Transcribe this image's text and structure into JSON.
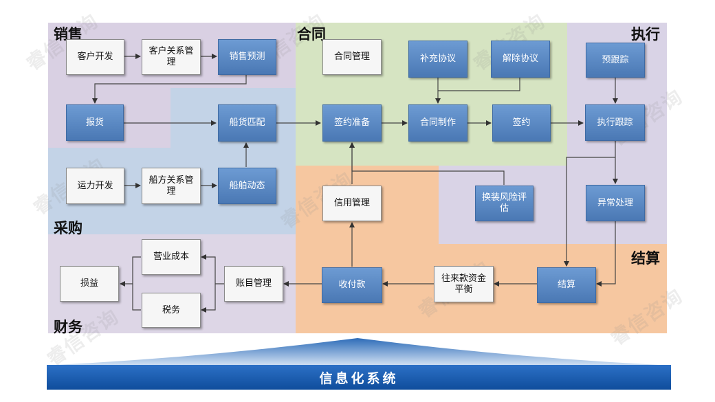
{
  "regions": {
    "sales": "销售",
    "contract": "合同",
    "execution": "执行",
    "procurement": "采购",
    "settlement": "结算",
    "finance": "财务"
  },
  "nodes": {
    "customer_dev": "客户开发",
    "customer_rel": "客户关系管理",
    "sales_forecast": "销售预测",
    "contract_mgmt": "合同管理",
    "supplement": "补充协议",
    "termination": "解除协议",
    "pre_tracking": "预跟踪",
    "quote": "报货",
    "cargo_match": "船货匹配",
    "sign_prep": "签约准备",
    "contract_make": "合同制作",
    "sign": "签约",
    "exec_tracking": "执行跟踪",
    "capacity_dev": "运力开发",
    "shipowner_rel": "船方关系管理",
    "ship_dynamics": "船舶动态",
    "credit_mgmt": "信用管理",
    "transship_risk": "换装风险评估",
    "exception": "异常处理",
    "op_cost": "营业成本",
    "pnl": "损益",
    "tax": "税务",
    "accounts": "账目管理",
    "payment": "收付款",
    "balance": "往来款资金平衡",
    "settle": "结算"
  },
  "banner": {
    "label": "信息化系统"
  },
  "watermark": "睿信咨询",
  "colors": {
    "sales_bg": "#d9d0e3",
    "procurement_bg": "#c3d3e7",
    "contract_bg": "#d6e4c2",
    "execution_bg": "#d9d3e6",
    "settlement_bg": "#f6c7a0",
    "finance_bg": "#ddd6e6",
    "box_blue": "#5a89c6",
    "banner": "#1f5fb4"
  }
}
